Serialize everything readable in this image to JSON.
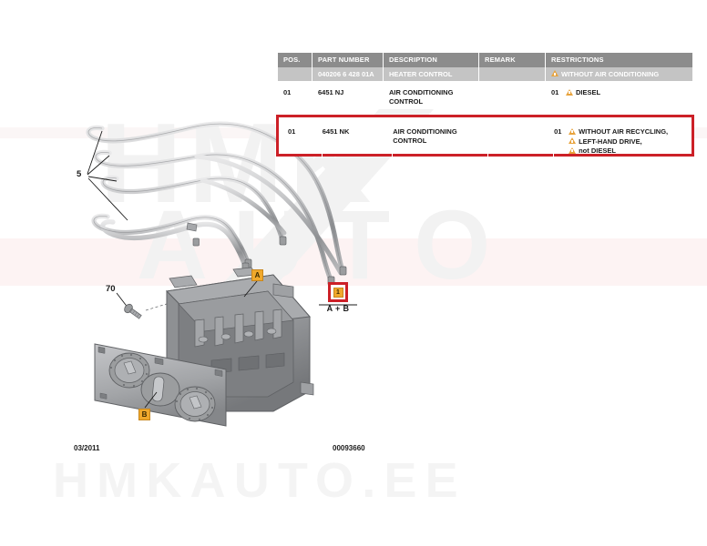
{
  "document": {
    "date": "03/2011",
    "drawing_number": "00093660",
    "watermark_primary": "HMK",
    "watermark_secondary": "AUTO",
    "watermark_footer": "HMKAUTO.EE"
  },
  "table": {
    "columns": [
      {
        "key": "pos",
        "label": "POS."
      },
      {
        "key": "part_number",
        "label": "PART NUMBER"
      },
      {
        "key": "description",
        "label": "DESCRIPTION"
      },
      {
        "key": "remark",
        "label": "REMARK"
      },
      {
        "key": "restrictions",
        "label": "RESTRICTIONS"
      }
    ],
    "subheader": {
      "pos": "",
      "part_number": "040206 6 428 01A",
      "description": "HEATER CONTROL",
      "remark": "",
      "restrictions": "WITHOUT AIR CONDITIONING"
    },
    "rows": [
      {
        "pos": "01",
        "part_number": "6451 NJ",
        "description": "AIR CONDITIONING CONTROL",
        "description_line1": "AIR CONDITIONING",
        "description_line2": "CONTROL",
        "remark": "",
        "restriction_number": "01",
        "restrictions": [
          "DIESEL"
        ],
        "highlighted": false
      },
      {
        "pos": "01",
        "part_number": "6451 NK",
        "description": "AIR CONDITIONING CONTROL",
        "description_line1": "AIR CONDITIONING",
        "description_line2": "CONTROL",
        "remark": "",
        "restriction_number": "01",
        "restrictions": [
          "WITHOUT AIR RECYCLING,",
          "LEFT-HAND DRIVE,",
          "not DIESEL"
        ],
        "highlighted": true
      }
    ]
  },
  "diagram": {
    "callouts": [
      {
        "id": "5",
        "label": "5",
        "description": "control cables"
      },
      {
        "id": "70",
        "label": "70",
        "description": "screw"
      }
    ],
    "markers": [
      {
        "id": "A",
        "label": "A",
        "description": "heater control housing"
      },
      {
        "id": "B",
        "label": "B",
        "description": "control faceplate"
      }
    ],
    "assembly_box": {
      "number": "1",
      "label": "A + B"
    }
  },
  "colors": {
    "highlight_red": "#cc2027",
    "marker_orange": "#f0a92c",
    "header_gray": "#8c8c8c",
    "subheader_gray": "#c4c4c4",
    "warning_amber": "#e8a33d"
  }
}
